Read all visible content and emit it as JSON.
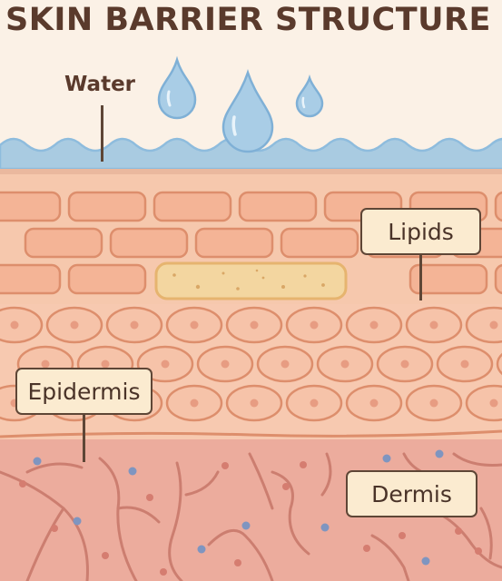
{
  "title": "SKIN BARRIER STRUCTURE",
  "labels": {
    "water": "Water",
    "lipids": "Lipids",
    "epidermis": "Epidermis",
    "dermis": "Dermis"
  },
  "colors": {
    "background": "#fbf1e6",
    "water": "#a9cbe1",
    "water_drop": "#8ebcdd",
    "brick": "#f4b496",
    "brick_outline": "#dd8e6c",
    "lipid": "#f3d6a0",
    "lipid_outline": "#e6b46f",
    "cell": "#f6c3a9",
    "cell_nucleus": "#e79c82",
    "dermis": "#ecac9d",
    "vessel": "#cc7e70",
    "dot_blue": "#7f95c0",
    "dot_red": "#d57d70",
    "text": "#5a3a2c"
  }
}
